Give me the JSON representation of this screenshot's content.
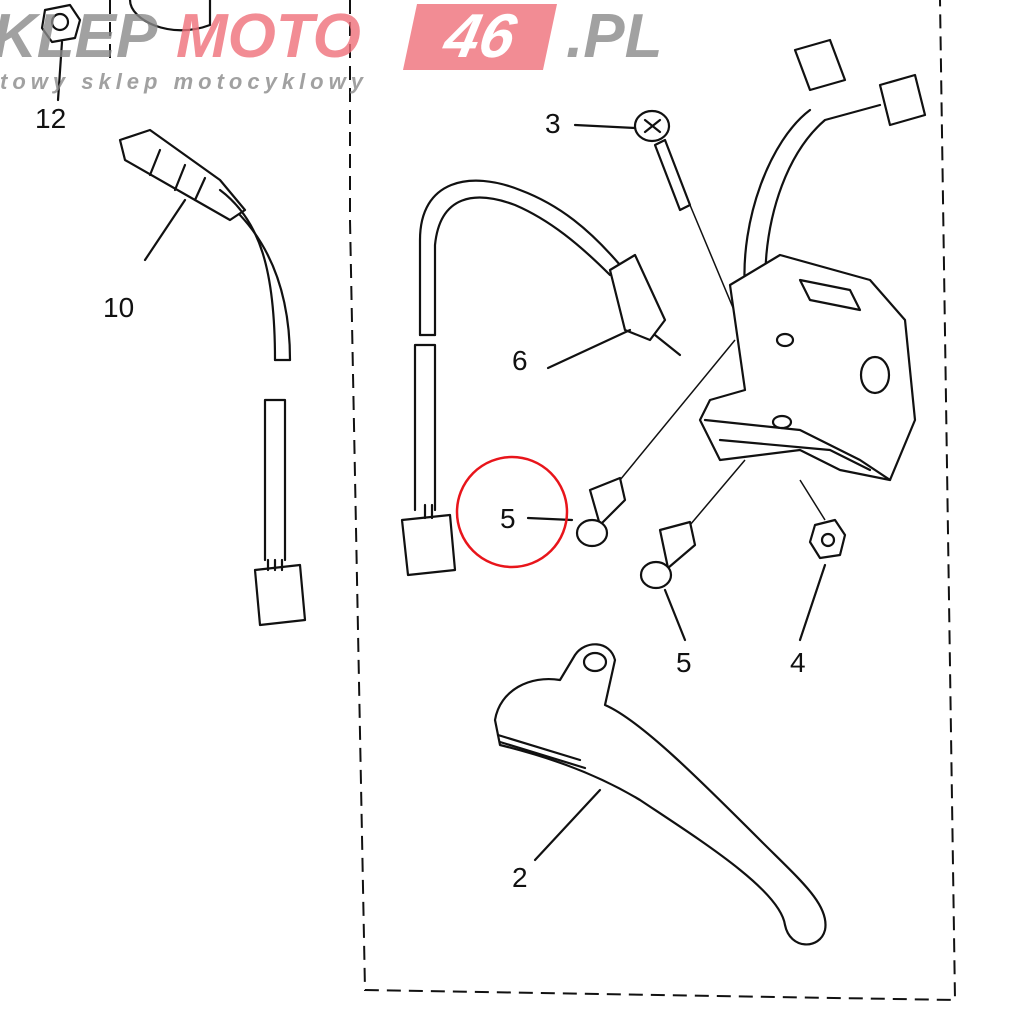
{
  "watermark": {
    "brand_prefix": "KLEP",
    "brand_middle": "MOTO",
    "brand_number": "46",
    "brand_suffix": ".PL",
    "tagline": "towy sklep motocyklowy"
  },
  "callouts": [
    {
      "label": "12"
    },
    {
      "label": "10"
    },
    {
      "label": "3"
    },
    {
      "label": "6"
    },
    {
      "label": "5"
    },
    {
      "label": "5"
    },
    {
      "label": "4"
    },
    {
      "label": "2"
    }
  ],
  "highlight": {
    "target_label": "5",
    "color": "#e8151b"
  }
}
